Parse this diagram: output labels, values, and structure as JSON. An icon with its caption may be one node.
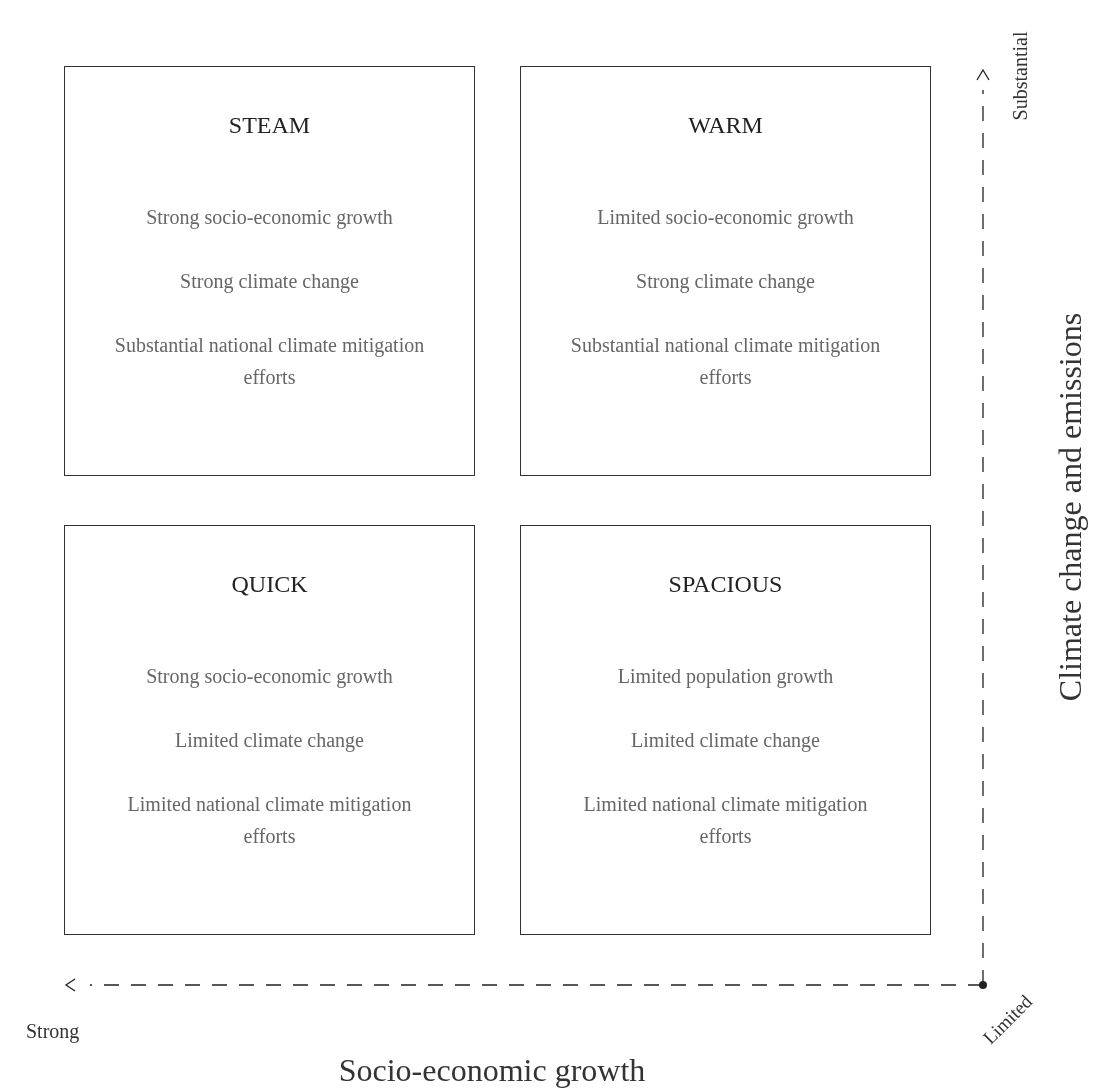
{
  "diagram": {
    "nodes": [
      {
        "text": [
          "STEAM",
          "Strong socio-economic growth",
          "Strong climate change",
          "Substantial national climate mitigation efforts"
        ]
      },
      {
        "text": [
          "WARM",
          "Limited socio-economic growth",
          "Strong climate change",
          "Substantial national climate mitigation efforts"
        ]
      },
      {
        "text": [
          "QUICK",
          "Strong socio-economic growth",
          "Limited climate change",
          "Limited national climate mitigation efforts"
        ]
      },
      {
        "text": [
          "SPACIOUS",
          "Limited population growth",
          "Limited climate change",
          "Limited national climate mitigation efforts"
        ]
      }
    ],
    "edges": [],
    "labels": [
      "Substantial",
      "Climate change and emissions",
      "Strong",
      "Limited",
      "Socio-economic growth"
    ]
  }
}
